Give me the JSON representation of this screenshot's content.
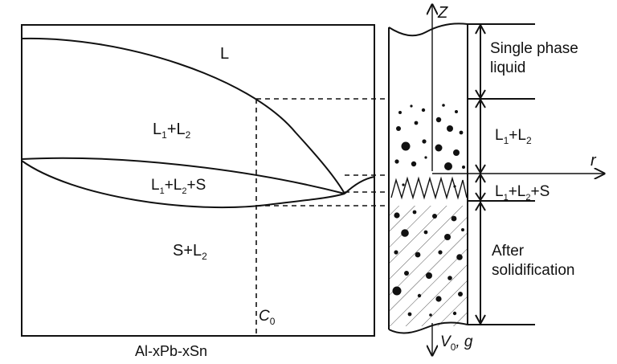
{
  "phase_diagram": {
    "region_liquid": "L",
    "region_two_liquid": {
      "main": "L",
      "sub1": "1",
      "mid": "+L",
      "sub2": "2"
    },
    "region_three_phase": {
      "main": "L",
      "sub1": "1",
      "mid": "+L",
      "sub2": "2",
      "tail": "+S"
    },
    "region_solid_liquid": {
      "main": "S+L",
      "sub": "2"
    },
    "composition_label": {
      "main": "C",
      "sub": "0"
    },
    "alloy_label": "Al-xPb-xSn"
  },
  "sample": {
    "axis_z": "Z",
    "axis_r": "r",
    "velocity_label": {
      "main": "V",
      "sub": "0",
      "tail": ", g"
    },
    "zone_single_phase": [
      "Single phase",
      "liquid"
    ],
    "zone_two_liquid": {
      "main": "L",
      "sub1": "1",
      "mid": "+L",
      "sub2": "2"
    },
    "zone_three_phase": {
      "main": "L",
      "sub1": "1",
      "mid": "+L",
      "sub2": "2",
      "tail": "+S"
    },
    "zone_solidified": [
      "After",
      "solidification"
    ]
  }
}
